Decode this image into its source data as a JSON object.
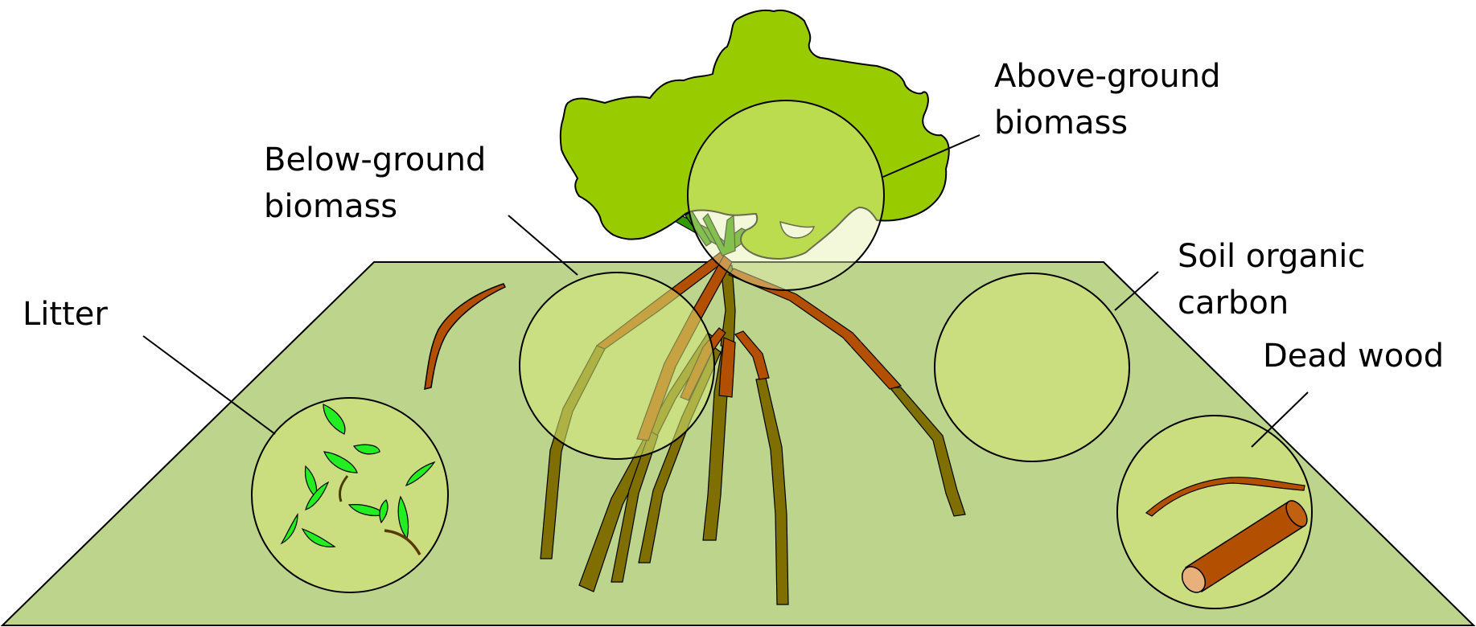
{
  "labels": {
    "above_ground": {
      "line1": "Above-ground",
      "line2": "biomass"
    },
    "below_ground": {
      "line1": "Below-ground",
      "line2": "biomass"
    },
    "litter": "Litter",
    "soil_organic": {
      "line1": "Soil organic",
      "line2": "carbon"
    },
    "dead_wood": "Dead wood"
  },
  "colors": {
    "ground": "#bcd48c",
    "canopy": "#99cc00",
    "circle_fill": "#d6e87a",
    "root_brown": "#b34f00",
    "root_olive": "#7f6f00",
    "leaf": "#22ee22",
    "trunk_green": "#339900"
  }
}
